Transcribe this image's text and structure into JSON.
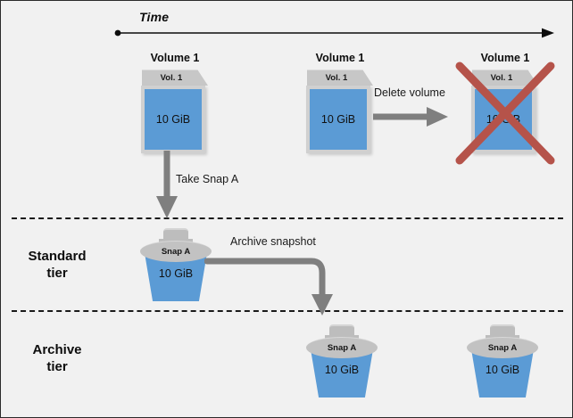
{
  "diagram": {
    "title_axis": "Time",
    "background_color": "#f1f1f1",
    "volume_fill_color": "#5b9bd5",
    "snapshot_fill_color": "#5b9bd5",
    "arrow_color": "#7f7f7f",
    "delete_cross_color": "#b5534a",
    "tiers": [
      {
        "id": "standard",
        "line1": "Standard",
        "line2": "tier"
      },
      {
        "id": "archive",
        "line1": "Archive",
        "line2": "tier"
      }
    ],
    "volumes": [
      {
        "id": "vol-1-initial",
        "caption": "Volume 1",
        "tab": "Vol. 1",
        "size": "10 GiB",
        "deleted": false
      },
      {
        "id": "vol-1-before-delete",
        "caption": "Volume 1",
        "tab": "Vol. 1",
        "size": "10 GiB",
        "deleted": false
      },
      {
        "id": "vol-1-deleted",
        "caption": "Volume 1",
        "tab": "Vol. 1",
        "size": "10 GiB",
        "deleted": true
      }
    ],
    "snapshots": [
      {
        "id": "snap-a-standard",
        "lid": "Snap A",
        "size": "10 GiB",
        "ghost": "10 GiB",
        "tier": "standard"
      },
      {
        "id": "snap-a-archive-1",
        "lid": "Snap A",
        "size": "10 GiB",
        "ghost": "10 GiB",
        "tier": "archive"
      },
      {
        "id": "snap-a-archive-2",
        "lid": "Snap A",
        "size": "10 GiB",
        "ghost": "10 GiB",
        "tier": "archive"
      }
    ],
    "arrows": [
      {
        "id": "take-snap-a",
        "label": "Take Snap A",
        "direction": "down"
      },
      {
        "id": "delete-volume",
        "label": "Delete volume",
        "direction": "right"
      },
      {
        "id": "archive-snapshot",
        "label": "Archive snapshot",
        "direction": "right-then-down"
      }
    ]
  }
}
